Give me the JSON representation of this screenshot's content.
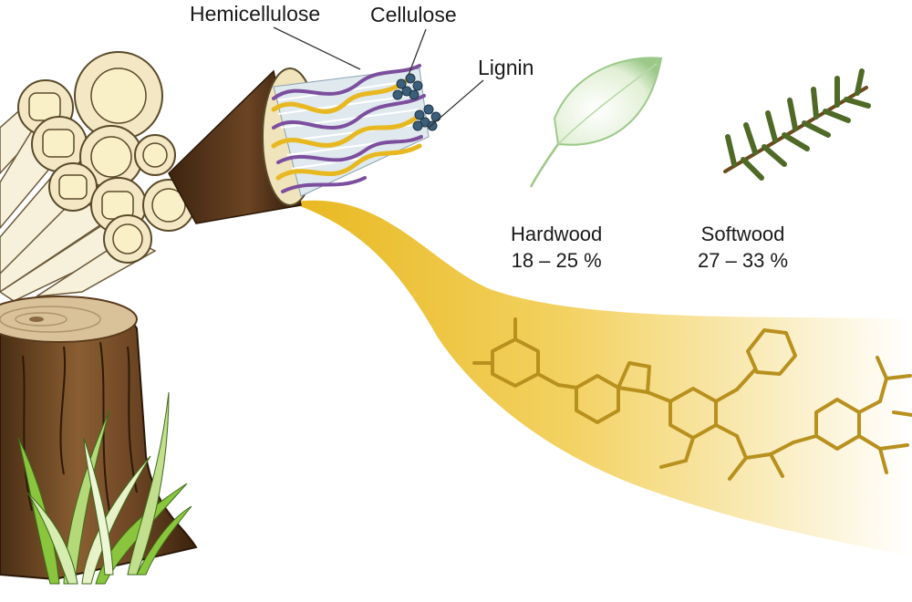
{
  "labels": {
    "hemicellulose": "Hemicellulose",
    "cellulose": "Cellulose",
    "lignin": "Lignin"
  },
  "wood_types": [
    {
      "name": "Hardwood",
      "range": "18 – 25 %",
      "icon": "leaf-icon"
    },
    {
      "name": "Softwood",
      "range": "27 – 33 %",
      "icon": "conifer-branch-icon"
    }
  ],
  "colors": {
    "lignin_stream": "#e8b820",
    "lignin_structure": "#b8901e",
    "hemicellulose": "#7c4f9e",
    "cellulose": "#3b5f7a",
    "bark": "#5a3a1c",
    "fiber_wall": "#efe2b8",
    "leaf": "#9cc98a",
    "needles": "#4e6a26",
    "grass": "#8ac63d"
  }
}
